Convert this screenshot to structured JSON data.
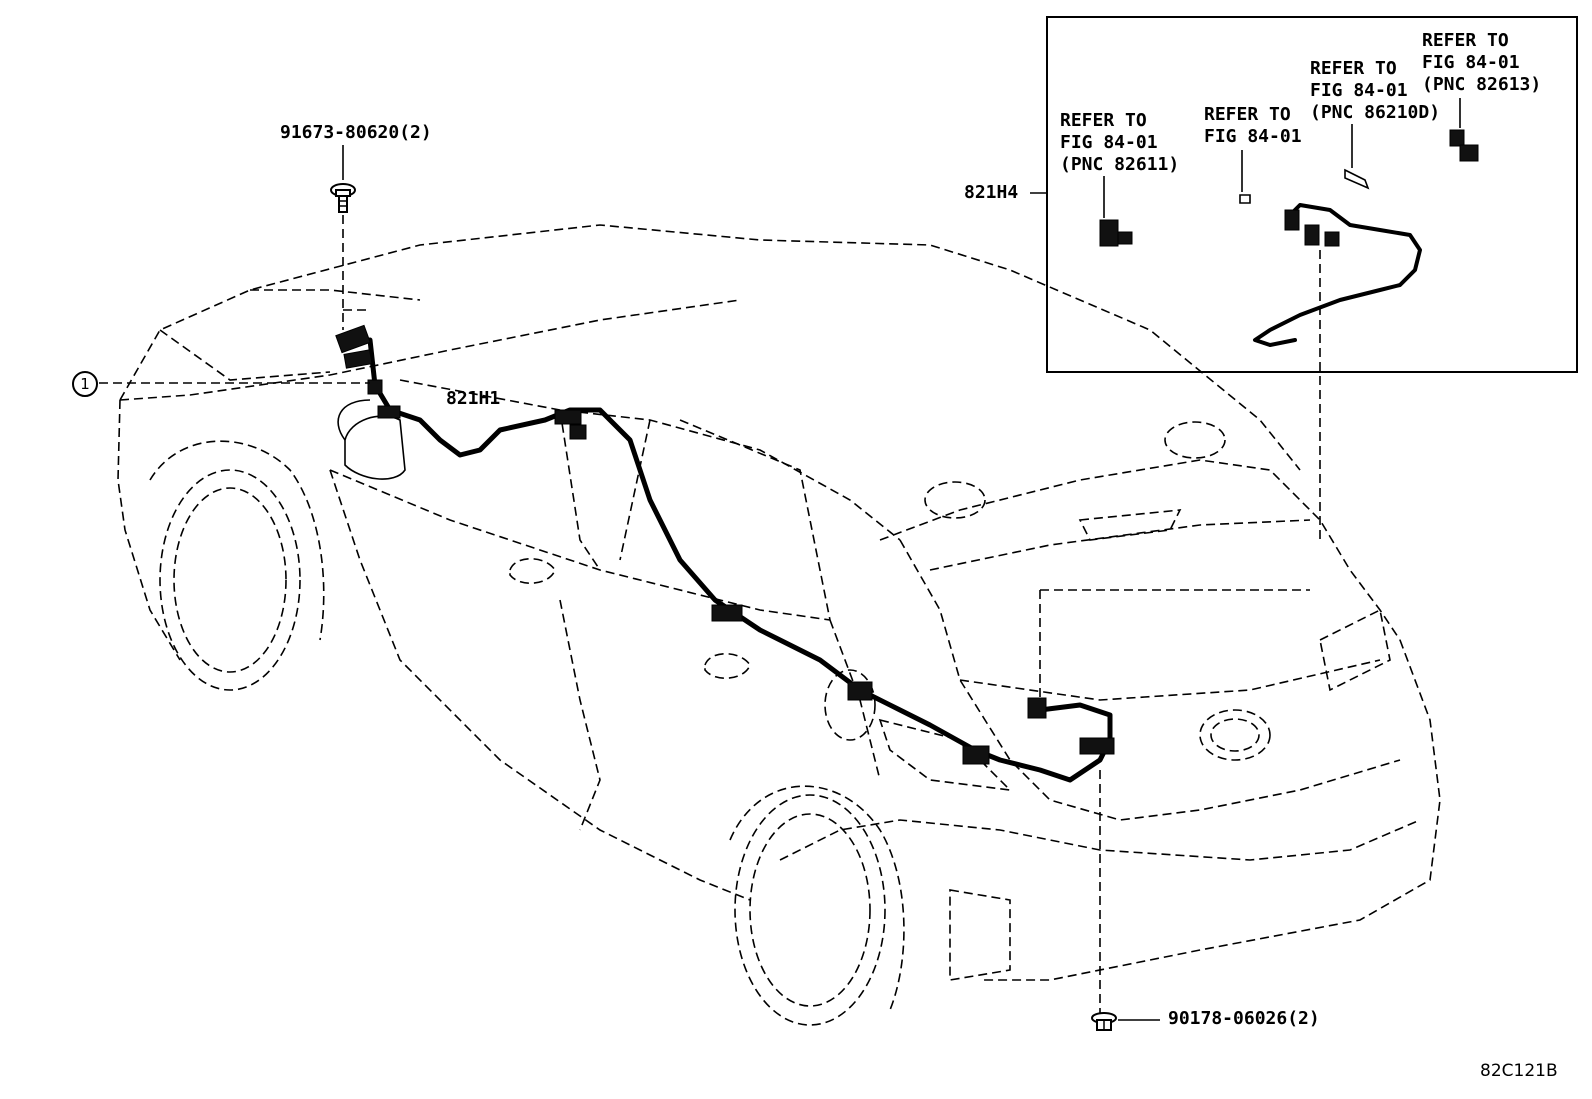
{
  "callouts": {
    "part_1": "1"
  },
  "labels": {
    "bolt_top": "91673-80620(2)",
    "harness_main": "821H1",
    "harness_inset": "821H4",
    "ref_82611": [
      "REFER TO",
      "FIG 84-01",
      "(PNC 82611)"
    ],
    "ref_plain": [
      "REFER TO",
      "FIG 84-01"
    ],
    "ref_86210d": [
      "REFER TO",
      "FIG 84-01",
      "(PNC 86210D)"
    ],
    "ref_82613": [
      "REFER TO",
      "FIG 84-01",
      "(PNC 82613)"
    ],
    "clip_bottom": "90178-06026(2)",
    "figure_code": "82C121B"
  }
}
